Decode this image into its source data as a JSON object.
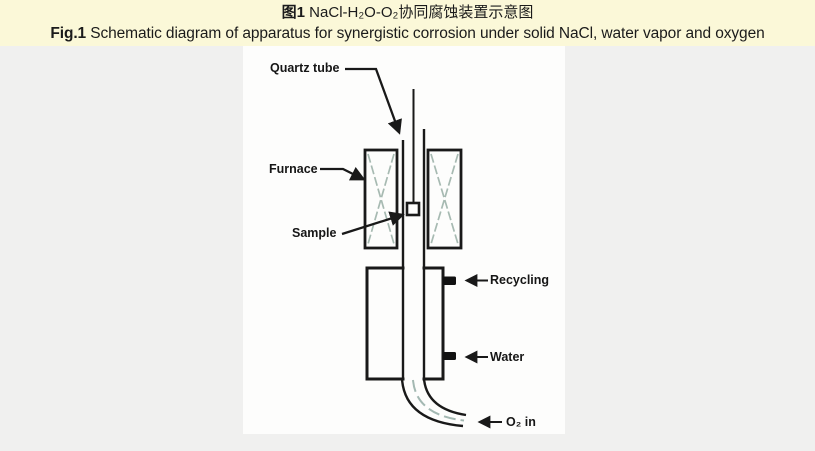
{
  "caption": {
    "zh": {
      "label": "图1",
      "text": " NaCl-H₂O-O₂协同腐蚀装置示意图"
    },
    "en": {
      "label": "Fig.1",
      "text": " Schematic diagram of apparatus for synergistic corrosion under solid NaCl, water vapor and oxygen"
    }
  },
  "diagram": {
    "labels": {
      "quartz_tube": "Quartz tube",
      "furnace": "Furnace",
      "sample": "Sample",
      "recycling": "Recycling",
      "water": "Water",
      "o2_in": "O₂ in"
    }
  },
  "colors": {
    "caption_bg": "#fbf8d8",
    "page_bg": "#f0f0ef",
    "panel_bg": "#fdfdfc",
    "line_color": "#191919",
    "furnace_coil_color": "#a7bab2"
  }
}
